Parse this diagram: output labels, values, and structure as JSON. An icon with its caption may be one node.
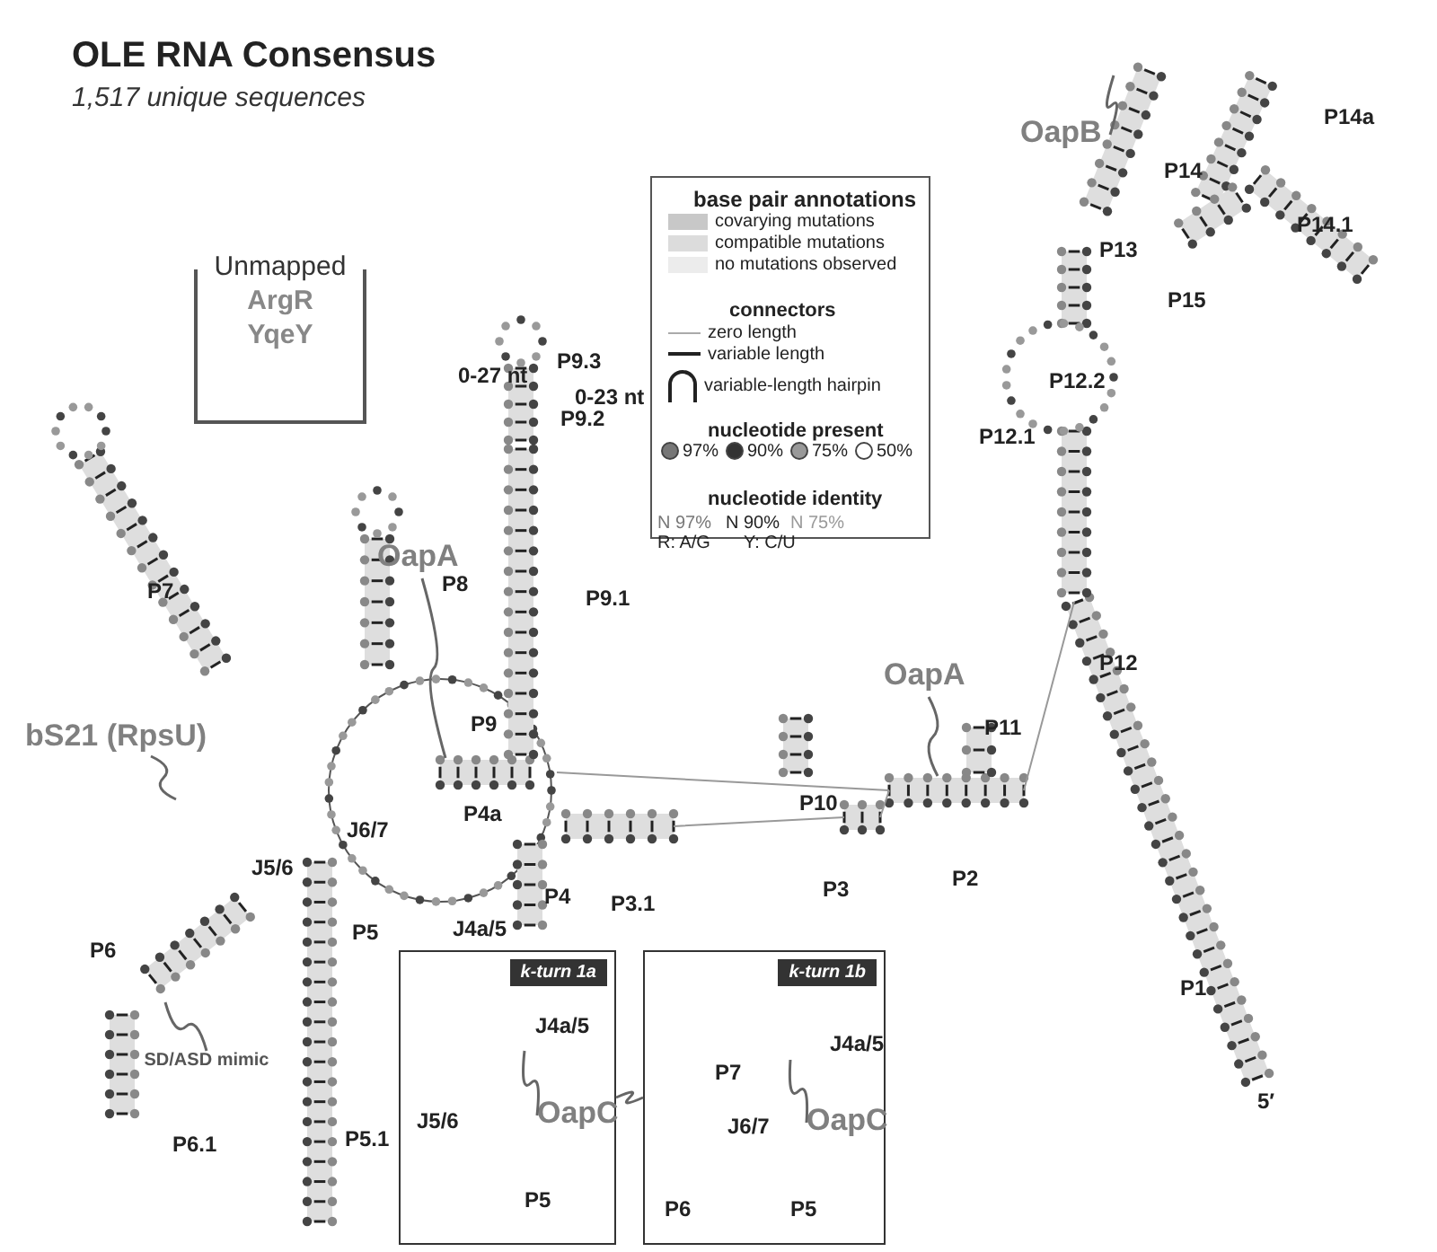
{
  "diagram": {
    "title": "OLE RNA Consensus",
    "caption": "1,517 unique sequences",
    "nodes": [
      {
        "text": [
          "Unmapped",
          "ArgR",
          "YqeY"
        ]
      },
      {
        "text": [
          "bS21 (RpsU)"
        ]
      },
      {
        "text": [
          "OapA"
        ]
      },
      {
        "text": [
          "OapA"
        ]
      },
      {
        "text": [
          "OapB"
        ]
      },
      {
        "text": [
          "SD/ASD mimic"
        ]
      },
      {
        "text": [
          "k-turn 1a"
        ]
      },
      {
        "text": [
          "OapC"
        ],
        "in": 6
      },
      {
        "text": [
          "k-turn 1b"
        ]
      },
      {
        "text": [
          "OapC"
        ],
        "in": 8
      }
    ],
    "edges": [
      {
        "from": 1,
        "to": null,
        "arrow": "none"
      },
      {
        "from": 2,
        "to": null,
        "arrow": "none"
      },
      {
        "from": 3,
        "to": null,
        "arrow": "none"
      },
      {
        "from": 4,
        "to": null,
        "arrow": "none"
      },
      {
        "from": 5,
        "to": null,
        "arrow": "none"
      },
      {
        "from": 7,
        "to": null,
        "arrow": "none"
      },
      {
        "from": 9,
        "to": null,
        "arrow": "none"
      },
      {
        "from": 6,
        "to": 8,
        "arrow": "none"
      }
    ],
    "labels": [
      "P14a",
      "P14",
      "P13",
      "P14.1",
      "P15",
      "P12.2",
      "P9.3",
      "0-27 nt",
      "0-23 nt",
      "P9.2",
      "P12.1",
      "P8",
      "P9.1",
      "P7",
      "P12",
      "P11",
      "P10",
      "P9",
      "P4a",
      "J6/7",
      "P3.1",
      "P3",
      "P2",
      "J5/6",
      "J4a/5",
      "P6",
      "P5",
      "P4",
      "P1",
      "5′",
      "P6.1",
      "P5.1",
      "J4a/5",
      "J5/6",
      "P5",
      "P7",
      "J4a/5",
      "J6/7",
      "P6",
      "P5",
      "base pair annotations",
      "connectors",
      "nucleotide present",
      "nucleotide identity"
    ],
    "legend": [
      {
        "text": "covarying mutations",
        "color": "#c8c8c8"
      },
      {
        "text": "compatible mutations",
        "color": "#dcdcdc"
      },
      {
        "text": "no mutations observed",
        "color": "#ececec"
      },
      {
        "text": "zero length"
      },
      {
        "text": "variable length"
      },
      {
        "text": "variable-length hairpin"
      },
      {
        "text": "97%",
        "color": "#777777"
      },
      {
        "text": "90%",
        "color": "#333333"
      },
      {
        "text": "75%",
        "color": "#999999"
      },
      {
        "text": "50%",
        "color": "#ffffff"
      },
      {
        "text": "N 97%",
        "color": "#777777"
      },
      {
        "text": "N 90%",
        "color": "#222222"
      },
      {
        "text": "N 75%",
        "color": "#999999"
      },
      {
        "text": "R: A/G"
      },
      {
        "text": "Y: C/U"
      }
    ]
  }
}
